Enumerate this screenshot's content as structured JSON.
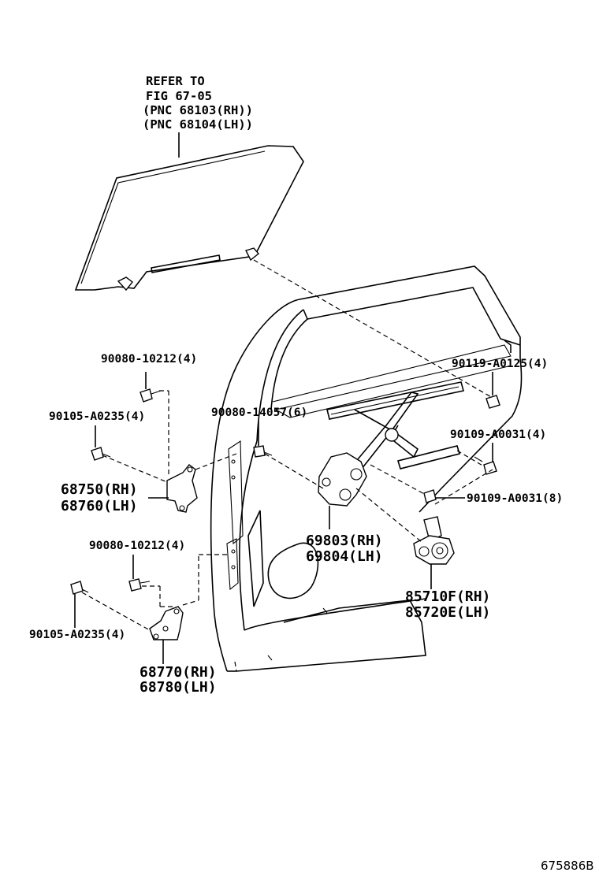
{
  "note": {
    "line1": "REFER TO",
    "line2": "FIG 67-05",
    "line3": "(PNC 68103(RH))",
    "line4": "(PNC 68104(LH))"
  },
  "labels": {
    "bolt_upper_hinge": "90080-10212(4)",
    "bolt_upper_left": "90105-A0235(4)",
    "bolt_center": "90080-14057(6)",
    "bolt_glass": "90119-A0125(4)",
    "bolt_regulator_right": "90109-A0031(4)",
    "bolt_regulator_lower": "90109-A0031(8)",
    "hinge_upper_rh": "68750(RH)",
    "hinge_upper_lh": "68760(LH)",
    "regulator_rh": "69803(RH)",
    "regulator_lh": "69804(LH)",
    "bolt_lower_hinge": "90080-10212(4)",
    "motor_rh": "85710F(RH)",
    "motor_lh": "85720E(LH)",
    "bolt_lower_left": "90105-A0235(4)",
    "hinge_lower_rh": "68770(RH)",
    "hinge_lower_lh": "68780(LH)"
  },
  "figure_id": "675886B"
}
